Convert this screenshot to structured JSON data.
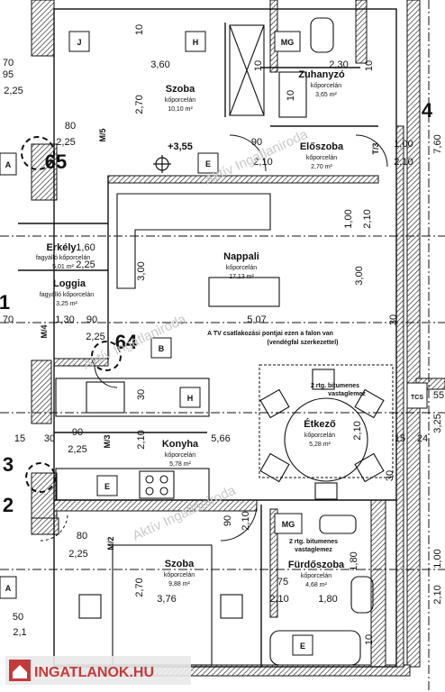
{
  "rooms": {
    "szoba_top": {
      "name": "Szoba",
      "floor": "kőporcelán",
      "area": "10,10 m²"
    },
    "zuhanyzo": {
      "name": "Zuhanyzó",
      "floor": "kőporcelán",
      "area": "3,65 m²"
    },
    "eloszoba": {
      "name": "Előszoba",
      "floor": "kőporcelán",
      "area": "2,70 m²"
    },
    "erkely": {
      "name": "Erkély",
      "floor": "fagyálló kőporcelán",
      "area": "5,01 m²"
    },
    "loggia": {
      "name": "Loggia",
      "floor": "fagyálló kőporcelán",
      "area": "3,25 m²"
    },
    "nappali": {
      "name": "Nappali",
      "floor": "kőporcelán",
      "area": "17,13 m²"
    },
    "etkezo": {
      "name": "Étkező",
      "floor": "kőporcelán",
      "area": "5,28 m²"
    },
    "konyha": {
      "name": "Konyha",
      "floor": "kőporcelán",
      "area": "5,78 m²"
    },
    "szoba_bottom": {
      "name": "Szoba",
      "floor": "kőporcelán",
      "area": "9,88 m²"
    },
    "furdoszoba": {
      "name": "Fürdőszoba",
      "floor": "kőporcelán",
      "area": "4,68 m²"
    }
  },
  "notes": {
    "tv_line1": "A TV csatlakozási pontjai ezen a falon van",
    "tv_line2": "(vendégfal szerkezettel)",
    "bitumen_1a": "2 rtg. bitumenes",
    "bitumen_1b": "vastaglemez",
    "bitumen_2a": "2 rtg. bitumenes",
    "bitumen_2b": "vastaglemez"
  },
  "labels": {
    "unit_65": "65",
    "unit_64": "64",
    "num_1": "1",
    "num_3": "3",
    "num_2": "2",
    "num_4": "4",
    "level": "+3,55",
    "tcs": "TCS"
  },
  "boxes": {
    "j": "J",
    "h_top": "H",
    "mg_top": "MG",
    "e_top": "E",
    "b": "B",
    "h_kitchen": "H",
    "e_kitchen": "E",
    "e_bottom": "E",
    "mg_bottom": "MG",
    "a_top": "A",
    "a_bottom": "A"
  },
  "doors": {
    "m5": "M/5",
    "m4": "M/4",
    "m3": "M/3",
    "m2": "M/2",
    "t3": "T/3"
  },
  "dimensions": {
    "d_10a": "10",
    "d_10b": "10",
    "d_10c": "10",
    "d_10d": "10",
    "d_3_60": "3,60",
    "d_2_30": "2,30",
    "d_70_top": "70",
    "d_95": "95",
    "d_2_25_a": "2,25",
    "d_2_70_top": "2,70",
    "d_80_top": "80",
    "d_2_25_b": "2,25",
    "d_90_top": "90",
    "d_2_10_a": "2,10",
    "d_1_00_a": "1,00",
    "d_2_10_b": "2,10",
    "d_1_60": "1,60",
    "d_2_25_c": "2,25",
    "d_3_00_l": "3,00",
    "d_1_00_b": "1,00",
    "d_2_10_c": "2,10",
    "d_3_00_r": "3,00",
    "d_1_30": "1,30",
    "d_90_a": "90",
    "d_70_mid": "70",
    "d_2_25_d": "2,25",
    "d_5_07": "5,07",
    "d_30_a": "30",
    "d_15_l": "15",
    "d_30_b": "30",
    "d_90_b": "90",
    "d_30_c": "30",
    "d_2_25_e": "2,25",
    "d_2_10_d": "2,10",
    "d_5_66": "5,66",
    "d_2_10_e": "2,10",
    "d_15_r": "15",
    "d_24": "24",
    "d_30_d": "30",
    "d_80_bot": "80",
    "d_2_25_f": "2,25",
    "d_90_bot": "90",
    "d_2_10_f": "2,10",
    "d_2_70_bot": "2,70",
    "d_3_76": "3,76",
    "d_75": "75",
    "d_1_80_a": "1,80",
    "d_2_10_g": "2,10",
    "d_1_80_b": "1,80",
    "d_10e": "10",
    "d_50": "50",
    "d_2_1": "2,1",
    "d_7_60": "7,60",
    "d_3_25": "3,25",
    "d_55": "55",
    "d_1_00_c": "1,00",
    "d_2_10_h": "2,10"
  },
  "watermark": {
    "text": "Aktív Ingatlaniroda",
    "logo_text": "INGATLANOK.HU"
  }
}
